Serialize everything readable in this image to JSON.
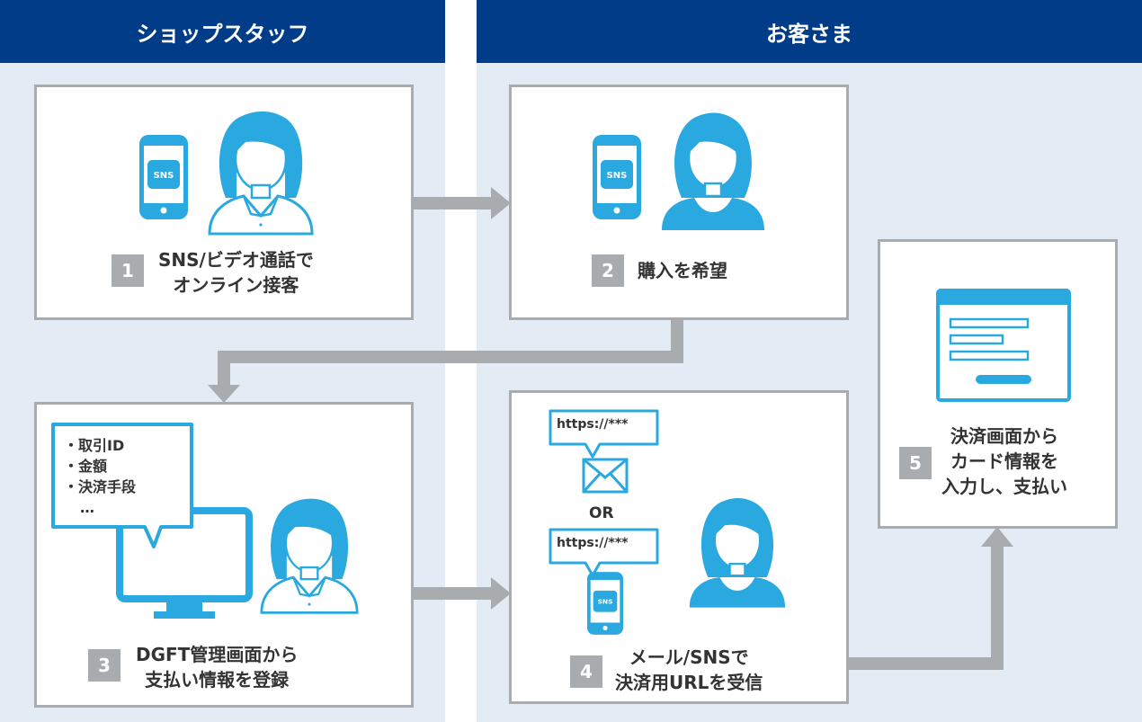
{
  "lanes": {
    "shop_staff": "ショップスタッフ",
    "customer": "お客さま"
  },
  "steps": [
    {
      "num": "1",
      "line1": "SNS/ビデオ通話で",
      "line2": "オンライン接客"
    },
    {
      "num": "2",
      "line1": "購入を希望"
    },
    {
      "num": "3",
      "line1": "DGFT管理画面から",
      "line2": "支払い情報を登録"
    },
    {
      "num": "4",
      "line1": "メール/SNSで",
      "line2": "決済用URLを受信"
    },
    {
      "num": "5",
      "line1": "決済画面から",
      "line2": "カード情報を",
      "line3": "入力し、支払い"
    }
  ],
  "payment_info": {
    "items": [
      "・取引ID",
      "・金額",
      "・決済手段"
    ],
    "more": "…"
  },
  "delivery": {
    "url_email": "https://***",
    "or_label": "OR",
    "url_sns": "https://***"
  },
  "phone_label": "SNS",
  "colors": {
    "header_bg": "#003c88",
    "lane_bg": "#e3ecf5",
    "icon_blue": "#29a9e0",
    "border_gray": "#a9acaf"
  }
}
